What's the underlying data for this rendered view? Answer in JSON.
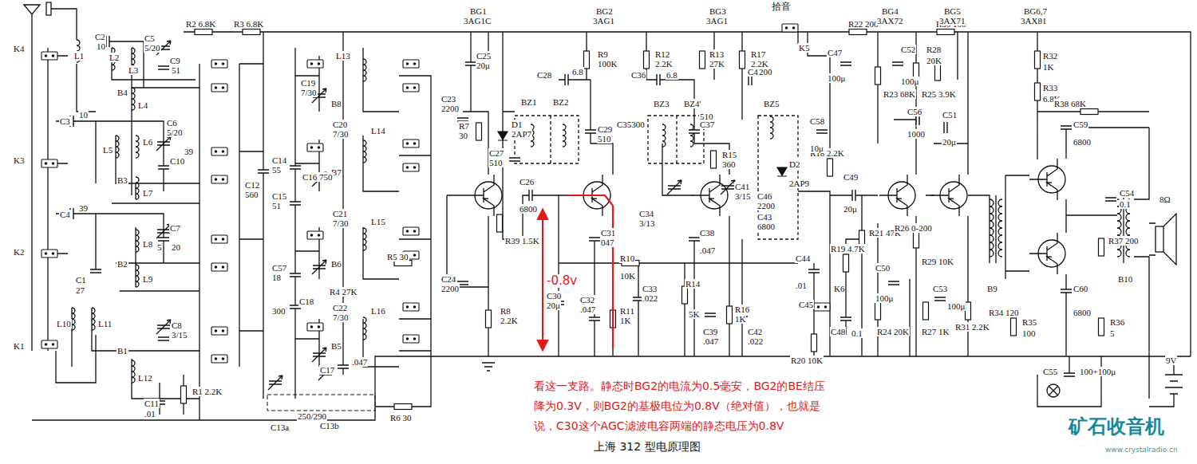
{
  "diagram": {
    "caption": "上海 312 型电原理图",
    "labels": [
      "K4",
      "K3",
      "K2",
      "K1",
      "C2",
      "10",
      "L1",
      "L2",
      "C5",
      "5/20",
      "R2 6.8K",
      "R3 6.8K",
      "L3",
      "C9",
      "51",
      "B4",
      "L4",
      "C3",
      "10",
      "C6",
      "5/20",
      "L5",
      "L6",
      "C10",
      "39",
      "B3",
      "L7",
      "C4",
      "39",
      "L8",
      "C7",
      "5",
      "20",
      "B2",
      "L9",
      "C1",
      "27",
      "L10",
      "L11",
      "C8",
      "3/15",
      "B1",
      "L12",
      "C11",
      ".01",
      "R1 2.2K",
      "C19",
      "7/30",
      "L13",
      "B8",
      "C14",
      "55",
      "C20",
      "7/30",
      "L14",
      "B7",
      "C12",
      "560",
      "C16 750",
      "C15",
      "51",
      "C21",
      "7/30",
      "L15",
      "B6",
      "R5 30",
      "C57",
      "18",
      "R4 27K",
      "C18",
      "300",
      "C22",
      "7/30",
      "L16",
      "B5",
      "R6 30",
      "C13a",
      "C13b",
      "C17",
      ".047",
      "250/290",
      "BG1",
      "3AG1C",
      "C25",
      "20μ",
      "C23",
      "2200",
      "D1",
      "2AP7",
      "R7",
      "30",
      "C27",
      "510",
      "C28",
      "6.8",
      "BZ1",
      "BZ2",
      "R9",
      "100K",
      "C29",
      "510",
      "C35300",
      "C26",
      "6800",
      "R39 1.5K",
      "C31",
      "047",
      "R10",
      "10K",
      "C24",
      "2200",
      "R8",
      "2.2K",
      "C30",
      "20μ",
      "C32",
      ".047",
      "R11",
      "1K",
      "C33",
      ".022",
      "BG2",
      "3AG1",
      "R12",
      "2.2K",
      "C36",
      "6.8",
      "BZ3",
      "BZ4'",
      "C34",
      "3/13",
      "BG3",
      "3AG1",
      "R13",
      "27K",
      "C37",
      "510",
      "R15",
      "360",
      "C41",
      "3/15",
      "C38",
      ".047",
      "R14",
      "5K",
      "C39",
      ".047",
      "R16",
      "1K",
      "R17",
      "2.2K",
      "C40",
      "200",
      "BZ5",
      "D2",
      "2AP9",
      "C46",
      "2200",
      "C43",
      "6800",
      "C42",
      ".022",
      "R18 2.2K",
      "拾音",
      "K5",
      "R22 200",
      "C47",
      "100μ",
      "R23 68K",
      "C52",
      "100μ",
      "R25 3.9K",
      "R28",
      "20K",
      "R30 100",
      "BG4",
      "3AX72",
      "BG5",
      "3AX71",
      "C58",
      "10μ",
      "C56",
      "1000",
      "C51",
      "20μ",
      "C49",
      "20μ",
      "R21 47K",
      "R19 4.7K",
      "C44",
      ".01",
      "K6",
      "C45",
      "C48",
      "0.1",
      "R20 10K",
      "R24 20K",
      "C50",
      "100μ",
      "R26 0-200",
      "R29 10K",
      "R27 1K",
      "C53",
      "100μ",
      "R31 2.2K",
      "BG6,7",
      "3AX81",
      "R32",
      "1K",
      "R33",
      "6.8K",
      "R38 68K",
      "C59",
      "6800",
      "C54",
      "0.1",
      "B9",
      "R37 200",
      "B10",
      "8Ω",
      "C60",
      "6800",
      "R34 120",
      "R35",
      "100",
      "R36",
      "5",
      "C55",
      "100+100μ",
      "9V",
      "-0.8v",
      "看这一支路。静态时BG2的电流为0.5毫安，BG2的BE结压降为0.3V，则BG2的基极电位为0.8V（绝对值），也就是说，C30这个AGC滤波电容两端的静态电压为0.8V",
      "矿石收音机",
      "www.crystalradio.cn"
    ]
  }
}
